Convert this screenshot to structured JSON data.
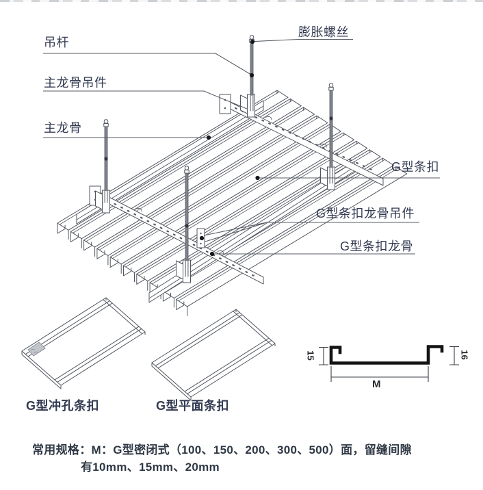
{
  "diagram": {
    "labels": {
      "hanger_rod": "吊杆",
      "expansion_screw": "膨胀螺丝",
      "main_keel_hanger": "主龙骨吊件",
      "main_keel": "主龙骨",
      "g_strip": "G型条扣",
      "g_strip_keel_hanger": "G型条扣龙骨吊件",
      "g_strip_keel": "G型条扣龙骨"
    }
  },
  "profiles": {
    "perforated_label": "G型冲孔条扣",
    "flat_label": "G型平面条扣"
  },
  "section": {
    "left_dim": "15",
    "right_dim": "16",
    "width_dim": "M"
  },
  "spec": {
    "line1": "常用规格：M：G型密闭式（100、150、200、300、500）面，留缝间隙",
    "line2": "有10mm、15mm、20mm"
  },
  "colors": {
    "ink": "#333b52",
    "line": "#51565f",
    "profile": "#141414"
  }
}
